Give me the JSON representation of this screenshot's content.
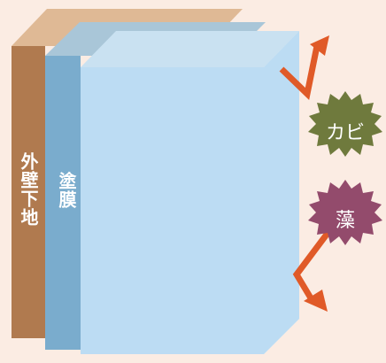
{
  "layers": {
    "substrate": {
      "label": "外壁下地",
      "color": "#b07a4f",
      "top_color": "#dfb995"
    },
    "coating": {
      "label": "塗膜",
      "color": "#7aaccd",
      "top_color": "#a9c6d8"
    },
    "outer_layer": {
      "front_color": "#bcdcf3",
      "side_color": "#d2e9f7"
    }
  },
  "threats": [
    {
      "label": "カビ",
      "color": "#6f7a3d"
    },
    {
      "label": "藻",
      "color": "#934b6c"
    }
  ],
  "arrow_color": "#e05a28",
  "background": "#fbece3"
}
